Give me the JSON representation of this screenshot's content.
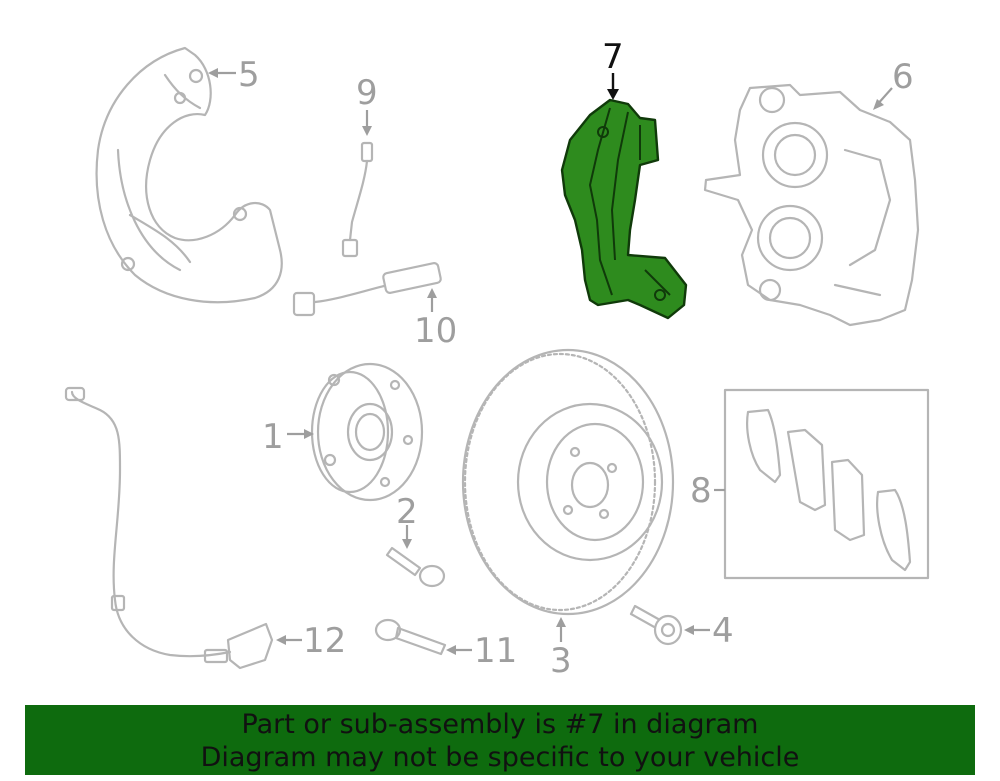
{
  "callouts": {
    "c1": "1",
    "c2": "2",
    "c3": "3",
    "c4": "4",
    "c5": "5",
    "c6": "6",
    "c7": "7",
    "c8": "8",
    "c9": "9",
    "c10": "10",
    "c11": "11",
    "c12": "12"
  },
  "highlight": {
    "part_number": "7",
    "color": "#2e8b1e"
  },
  "banner": {
    "line1": "Part or sub-assembly is #7 in diagram",
    "line2": "Diagram may not be specific to your vehicle",
    "background": "#0e6b0e"
  }
}
